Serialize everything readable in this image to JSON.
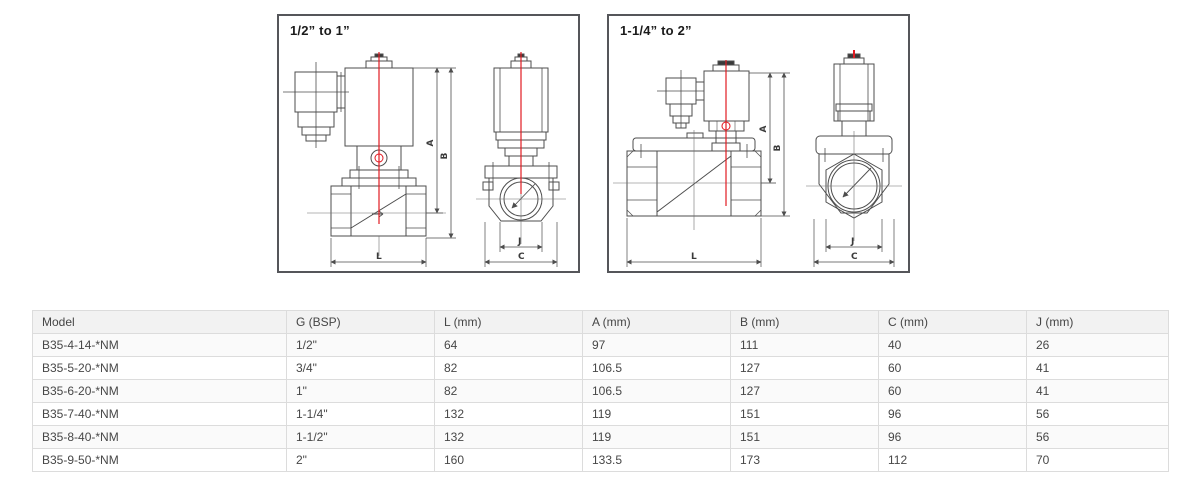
{
  "colors": {
    "line": "#4d4d4d",
    "thin_line": "#6e6e6e",
    "centerline_red": "#e11b22",
    "box_border": "#55565a",
    "table_border": "#dcdcdc",
    "table_header_bg": "#f2f2f2",
    "table_stripe_bg": "#fafafa",
    "text": "#474747"
  },
  "drawings": [
    {
      "title": "1/2” to 1”",
      "labels": {
        "L": "L",
        "A": "A",
        "B": "B",
        "C": "C",
        "J": "J"
      }
    },
    {
      "title": "1-1/4” to 2”",
      "labels": {
        "L": "L",
        "A": "A",
        "B": "B",
        "C": "C",
        "J": "J"
      }
    }
  ],
  "table": {
    "columns": [
      "Model",
      "G (BSP)",
      "L (mm)",
      "A (mm)",
      "B (mm)",
      "C (mm)",
      "J (mm)"
    ],
    "rows": [
      [
        "B35-4-14-*NM",
        "1/2\"",
        "64",
        "97",
        "111",
        "40",
        "26"
      ],
      [
        "B35-5-20-*NM",
        "3/4\"",
        "82",
        "106.5",
        "127",
        "60",
        "41"
      ],
      [
        "B35-6-20-*NM",
        "1\"",
        "82",
        "106.5",
        "127",
        "60",
        "41"
      ],
      [
        "B35-7-40-*NM",
        "1-1/4\"",
        "132",
        "119",
        "151",
        "96",
        "56"
      ],
      [
        "B35-8-40-*NM",
        "1-1/2\"",
        "132",
        "119",
        "151",
        "96",
        "56"
      ],
      [
        "B35-9-50-*NM",
        "2\"",
        "160",
        "133.5",
        "173",
        "112",
        "70"
      ]
    ]
  }
}
